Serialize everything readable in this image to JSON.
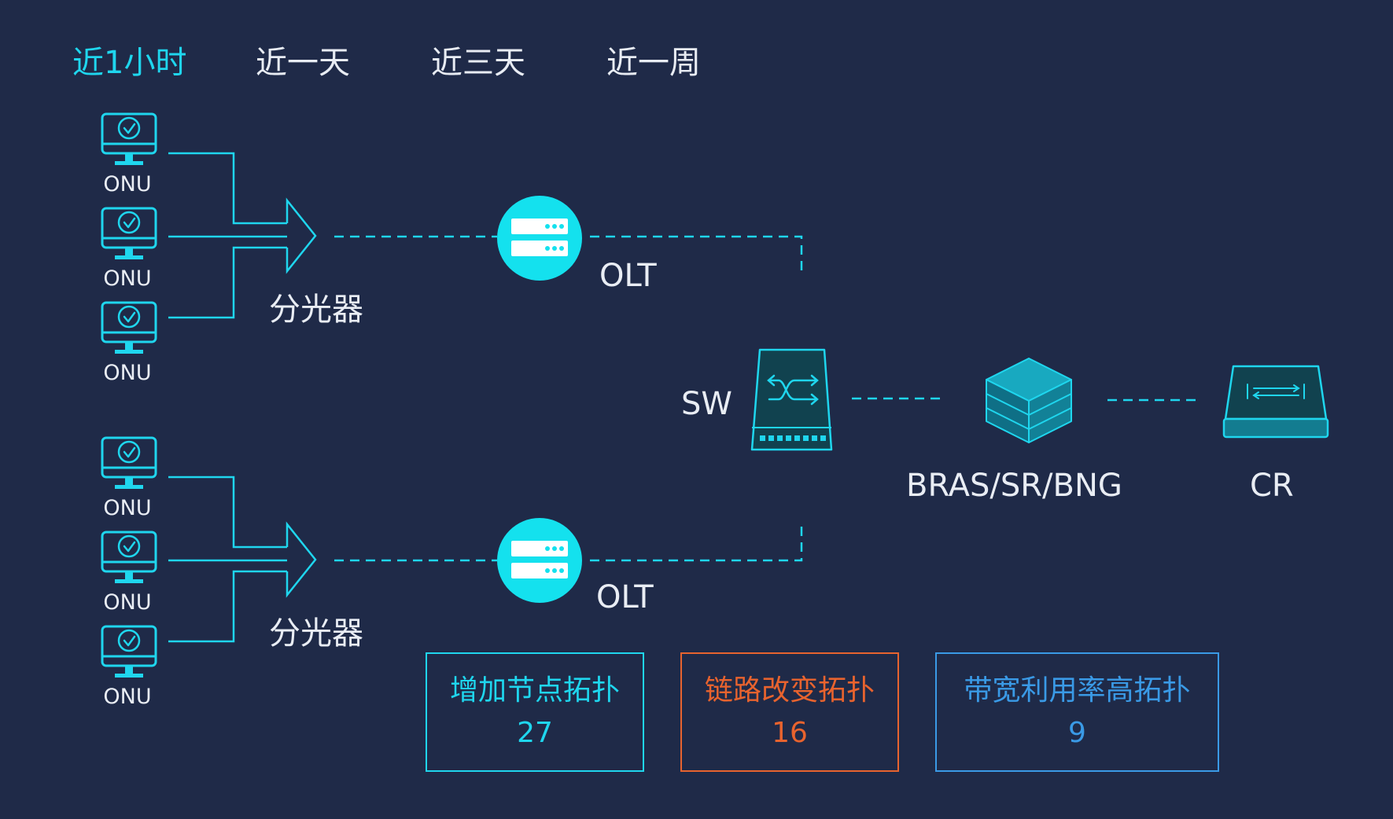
{
  "colors": {
    "background": "#1f2a48",
    "accent_cyan": "#1fd6ee",
    "text": "#e9edf4",
    "orange": "#e8632e",
    "blue": "#3a9ae6"
  },
  "tabs": [
    {
      "label": "近1小时",
      "active": true
    },
    {
      "label": "近一天",
      "active": false
    },
    {
      "label": "近三天",
      "active": false
    },
    {
      "label": "近一周",
      "active": false
    }
  ],
  "topology": {
    "groups": [
      {
        "onus": [
          {
            "label": "ONU"
          },
          {
            "label": "ONU"
          },
          {
            "label": "ONU"
          }
        ],
        "splitter_label": "分光器",
        "olt_label": "OLT"
      },
      {
        "onus": [
          {
            "label": "ONU"
          },
          {
            "label": "ONU"
          },
          {
            "label": "ONU"
          }
        ],
        "splitter_label": "分光器",
        "olt_label": "OLT"
      }
    ],
    "sw_label": "SW",
    "bras_label": "BRAS/SR/BNG",
    "cr_label": "CR",
    "icons": {
      "onu": "monitor-check-icon",
      "olt": "server-circle-icon",
      "sw": "switch-icon",
      "bras": "stacked-layers-icon",
      "cr": "router-icon"
    }
  },
  "stats": [
    {
      "title": "增加节点拓扑",
      "value": "27",
      "color": "#1fd6ee"
    },
    {
      "title": "链路改变拓扑",
      "value": "16",
      "color": "#e8632e"
    },
    {
      "title": "带宽利用率高拓扑",
      "value": "9",
      "color": "#3a9ae6"
    }
  ]
}
